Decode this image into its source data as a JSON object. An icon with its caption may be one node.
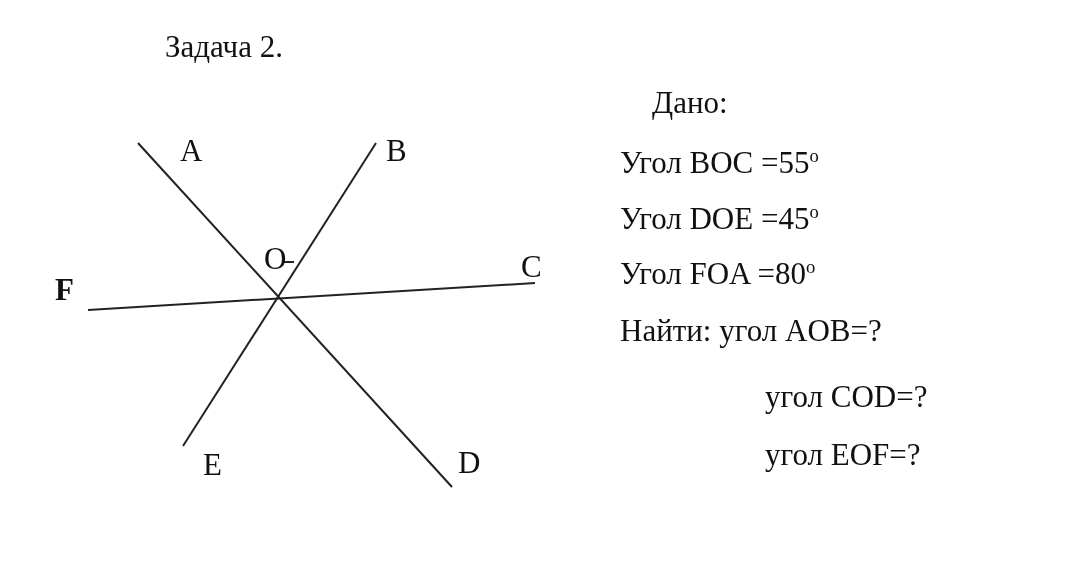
{
  "diagram": {
    "title": "Задача 2.",
    "labels": [
      "A",
      "B",
      "Дано:",
      "Угол BOC =55$^{o}$",
      "Угол DOE =45$^{o}$",
      "O",
      "C",
      "F",
      "Угол FOA =80$^{o}$",
      "Найти: угол AOB=?",
      "угол COD=?",
      "E",
      "D",
      "угол EOF=?"
    ]
  }
}
